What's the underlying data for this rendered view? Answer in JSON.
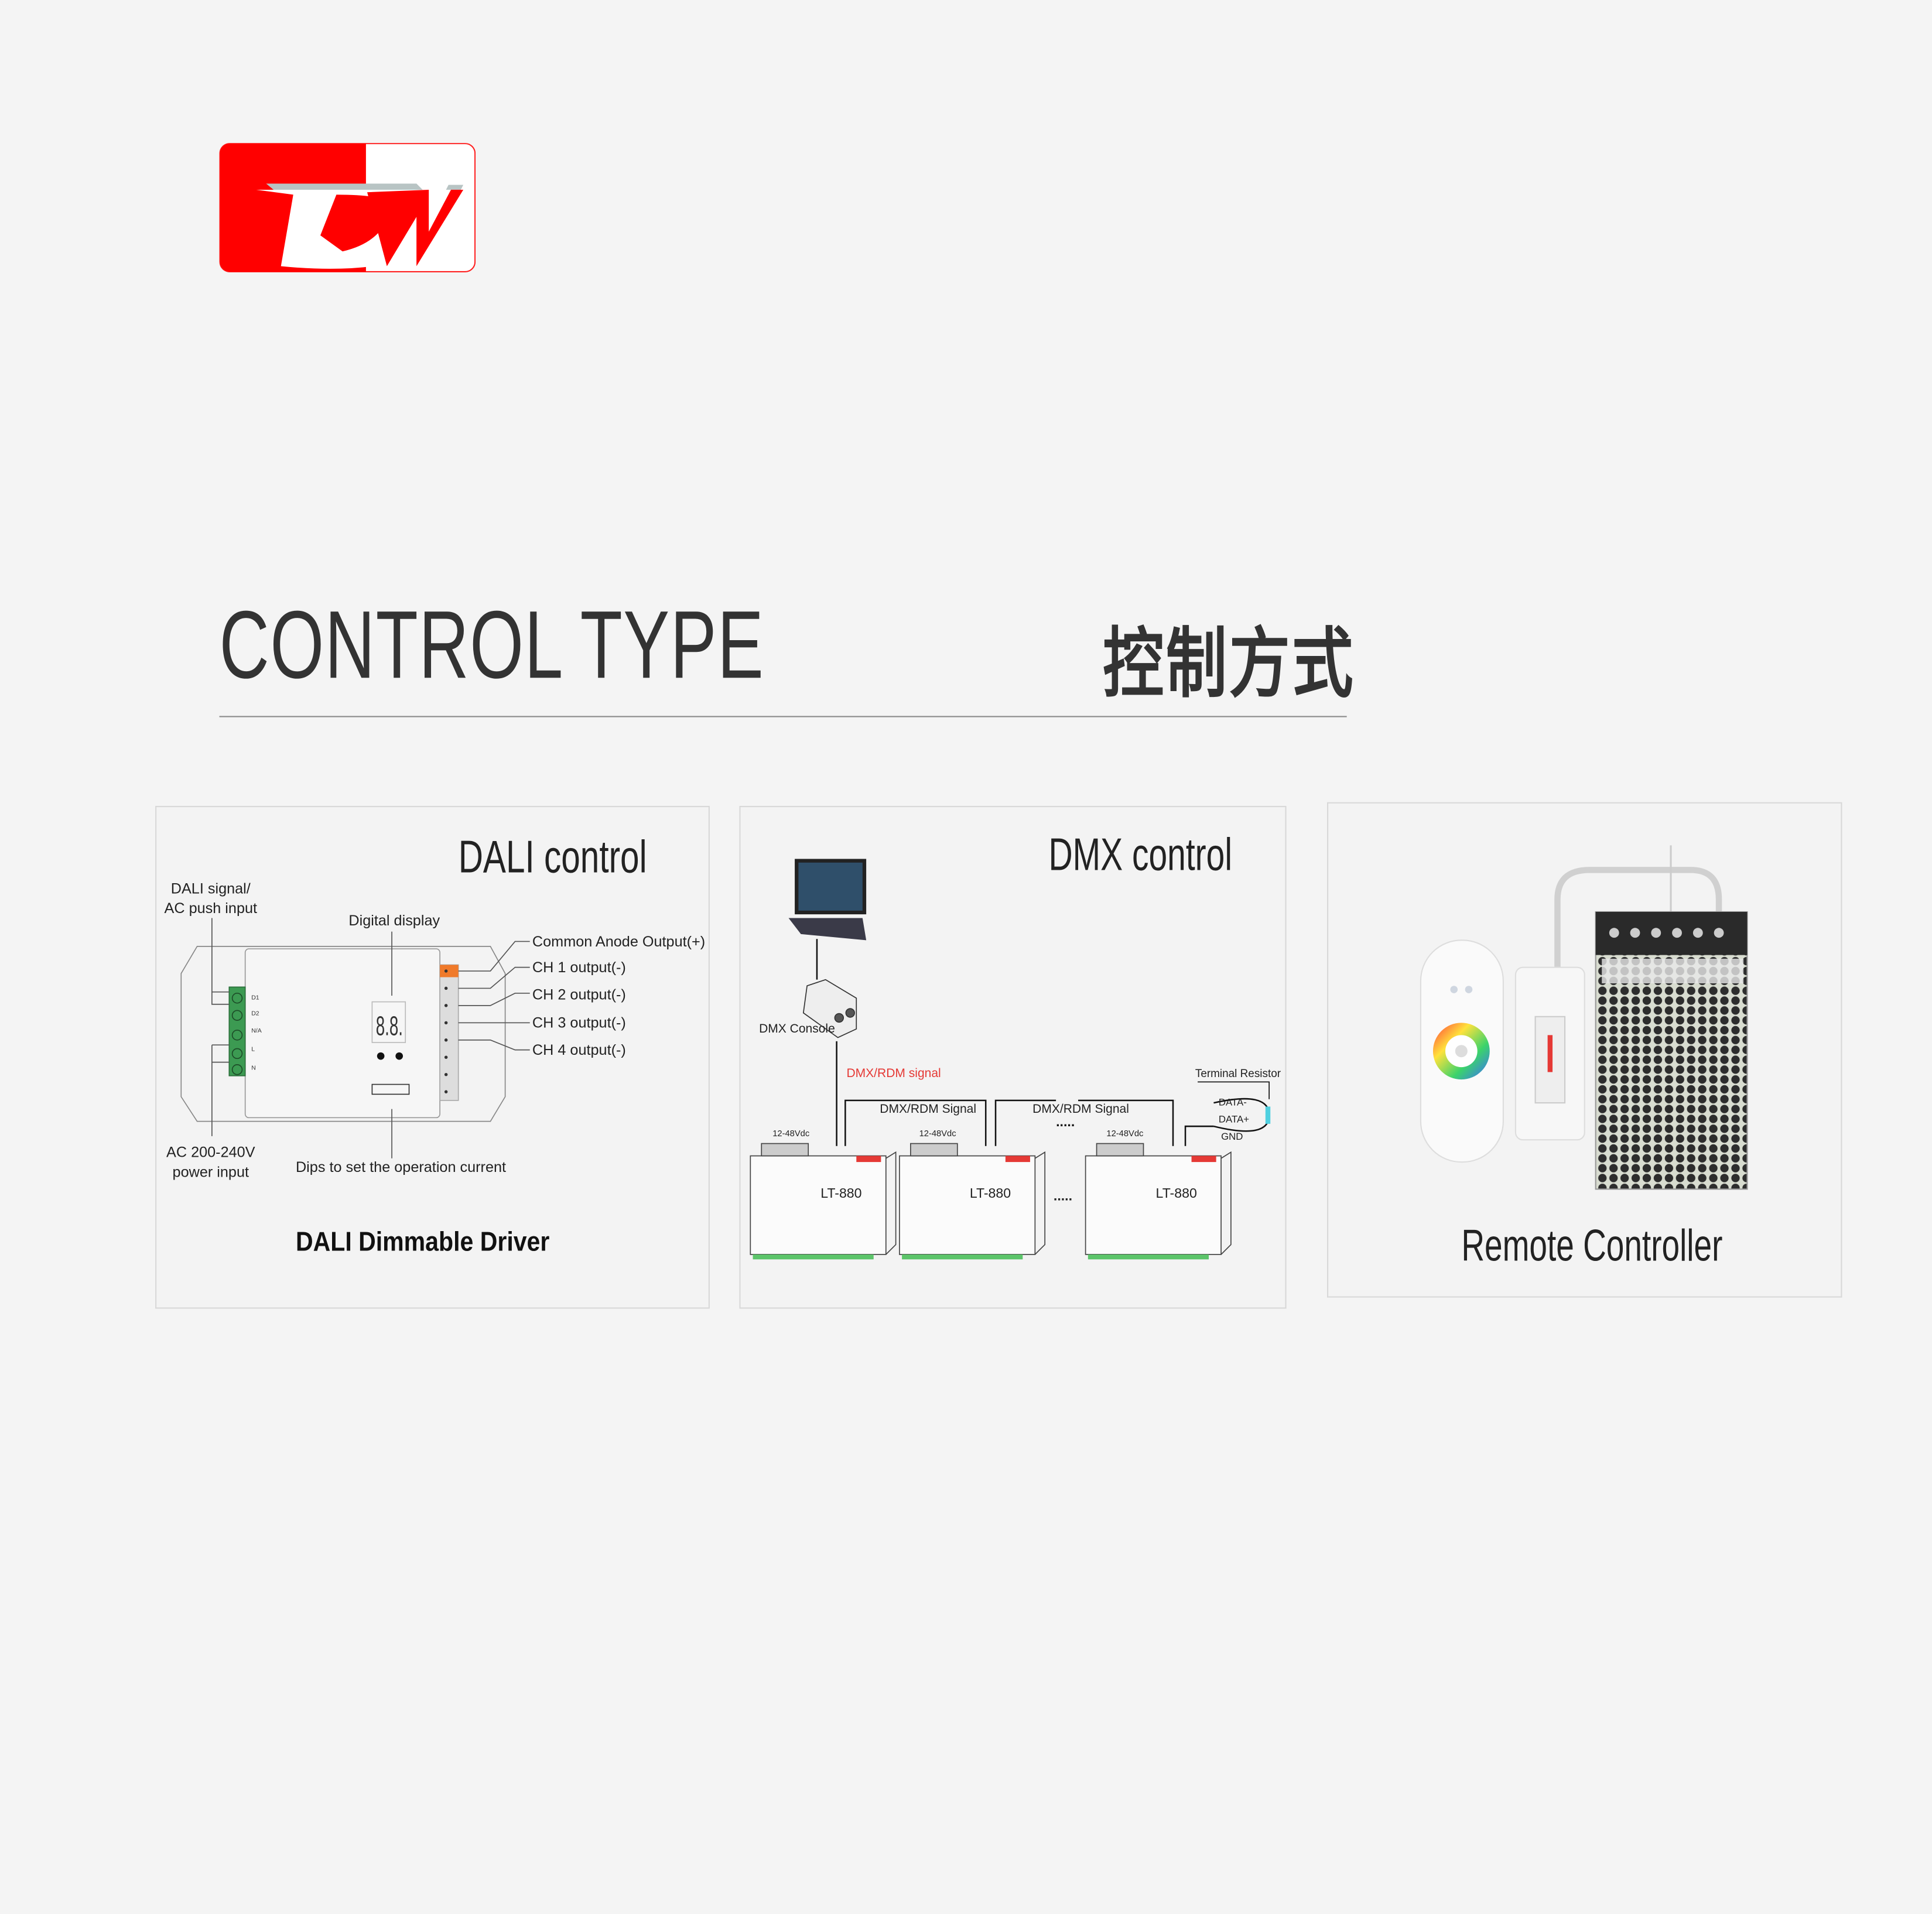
{
  "logo": {
    "text": "DW",
    "colors": {
      "red": "#ff0000",
      "gray": "#b8c4c4"
    }
  },
  "heading": {
    "title_en": "CONTROL TYPE",
    "title_cn": "控制方式"
  },
  "dali": {
    "title": "DALI control",
    "signal_label_1": "DALI signal/",
    "signal_label_2": "AC push input",
    "digital_display": "Digital display",
    "outputs": [
      "Common Anode Output(+)",
      "CH 1 output(-)",
      "CH 2 output(-)",
      "CH 3 output(-)",
      "CH 4 output(-)"
    ],
    "power_label_1": "AC 200-240V",
    "power_label_2": "power input",
    "dips_label": "Dips to set the operation current",
    "driver_name": "DALI Dimmable Driver",
    "display_value": "8.8."
  },
  "dmx": {
    "title": "DMX control",
    "console_label": "DMX Console",
    "signal_red": "DMX/RDM signal",
    "signal_1": "DMX/RDM Signal",
    "signal_2": "DMX/RDM Signal",
    "terminal_resistor": "Terminal Resistor",
    "data_minus": "DATA-",
    "data_plus": "DATA+",
    "gnd": "GND",
    "voltage": "12-48Vdc",
    "unit_model": "LT-880",
    "ellipsis": ".....",
    "accent_red": "#e53935"
  },
  "remote": {
    "title": "Remote Controller"
  }
}
